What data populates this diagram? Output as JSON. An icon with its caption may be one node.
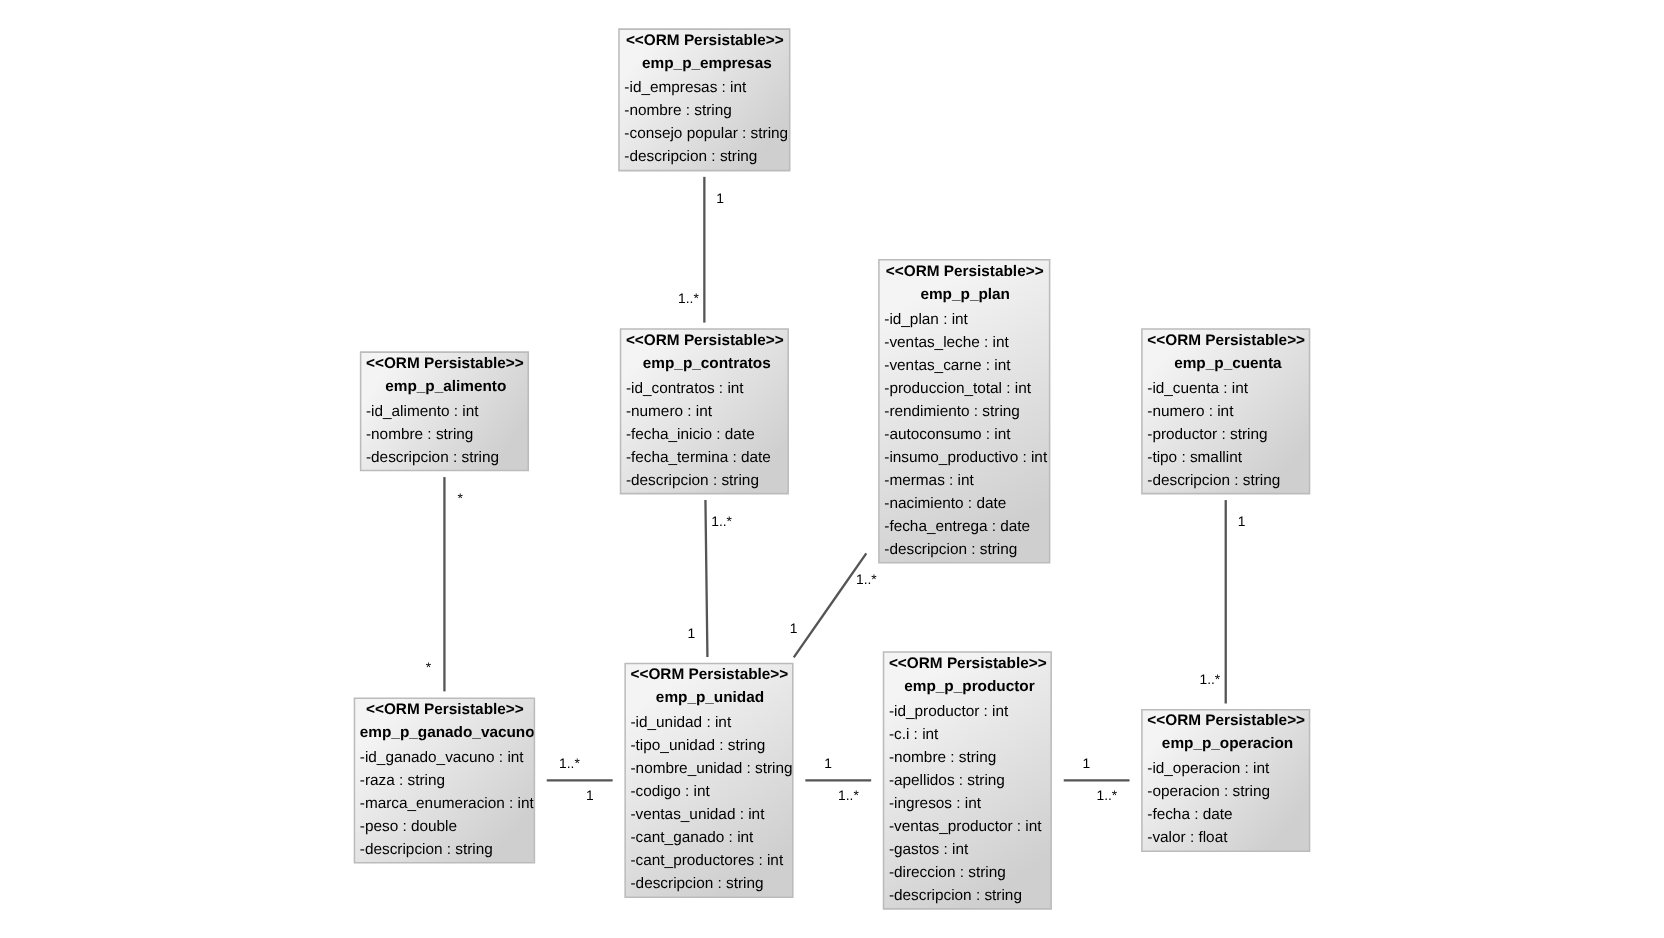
{
  "diagram": {
    "nodes": [
      {
        "text": [
          "<<ORM Persistable>>",
          "emp_p_empresas",
          "-id_empresas : int",
          "-nombre : string",
          "-consejo popular : string",
          "-descripcion : string"
        ]
      },
      {
        "text": [
          "<<ORM Persistable>>",
          "emp_p_contratos",
          "-id_contratos : int",
          "-numero : int",
          "-fecha_inicio : date",
          "-fecha_termina : date",
          "-descripcion : string"
        ]
      },
      {
        "text": [
          "<<ORM Persistable>>",
          "emp_p_plan",
          "-id_plan : int",
          "-ventas_leche : int",
          "-ventas_carne : int",
          "-produccion_total : int",
          "-rendimiento : string",
          "-autoconsumo : int",
          "-insumo_productivo : int",
          "-mermas : int",
          "-nacimiento : date",
          "-fecha_entrega : date",
          "-descripcion : string"
        ]
      },
      {
        "text": [
          "<<ORM Persistable>>",
          "emp_p_alimento",
          "-id_alimento : int",
          "-nombre : string",
          "-descripcion : string"
        ]
      },
      {
        "text": [
          "<<ORM Persistable>>",
          "emp_p_cuenta",
          "-id_cuenta : int",
          "-numero : int",
          "-productor : string",
          "-tipo : smallint",
          "-descripcion : string"
        ]
      },
      {
        "text": [
          "<<ORM Persistable>>",
          "emp_p_ganado_vacuno",
          "-id_ganado_vacuno : int",
          "-raza : string",
          "-marca_enumeracion : int",
          "-peso : double",
          "-descripcion : string"
        ]
      },
      {
        "text": [
          "<<ORM Persistable>>",
          "emp_p_unidad",
          "-id_unidad : int",
          "-tipo_unidad : string",
          "-nombre_unidad : string",
          "-codigo : int",
          "-ventas_unidad : int",
          "-cant_ganado : int",
          "-cant_productores : int",
          "-descripcion : string"
        ]
      },
      {
        "text": [
          "<<ORM Persistable>>",
          "emp_p_productor",
          "-id_productor : int",
          "-c.i : int",
          "-nombre : string",
          "-apellidos : string",
          "-ingresos : int",
          "-ventas_productor : int",
          "-gastos : int",
          "-direccion : string",
          "-descripcion : string"
        ]
      },
      {
        "text": [
          "<<ORM Persistable>>",
          "emp_p_operacion",
          "-id_operacion : int",
          "-operacion : string",
          "-fecha : date",
          "-valor : float"
        ]
      }
    ],
    "edges": [
      {
        "from": 0,
        "to": 1,
        "arrow": "none"
      },
      {
        "from": 1,
        "to": 6,
        "arrow": "none"
      },
      {
        "from": 2,
        "to": 6,
        "arrow": "none"
      },
      {
        "from": 3,
        "to": 5,
        "arrow": "none"
      },
      {
        "from": 5,
        "to": 6,
        "arrow": "none"
      },
      {
        "from": 6,
        "to": 7,
        "arrow": "none"
      },
      {
        "from": 7,
        "to": 8,
        "arrow": "none"
      },
      {
        "from": 4,
        "to": 8,
        "arrow": "none"
      }
    ],
    "labels": [
      "1",
      "1..*",
      "1..*",
      "1",
      "1..*",
      "1",
      "*",
      "*",
      "1..*",
      "1",
      "1",
      "1..*",
      "1",
      "1..*",
      "1",
      "1..*"
    ]
  }
}
